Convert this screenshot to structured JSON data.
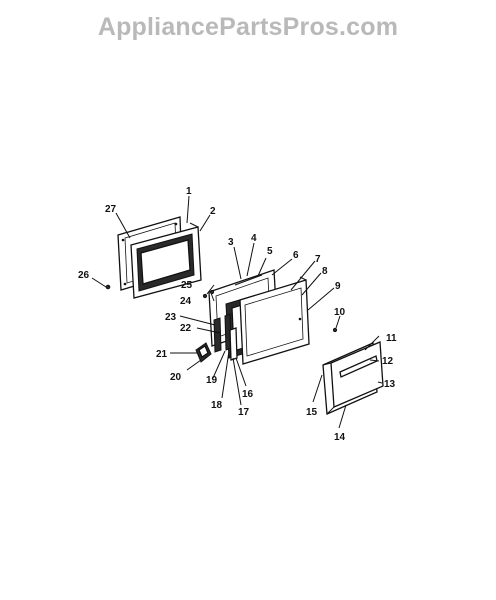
{
  "watermark": "AppliancePartsPros.com",
  "labels": [
    "1",
    "2",
    "3",
    "4",
    "5",
    "6",
    "7",
    "8",
    "9",
    "10",
    "11",
    "12",
    "13",
    "14",
    "15",
    "16",
    "17",
    "18",
    "19",
    "20",
    "21",
    "22",
    "23",
    "24",
    "25",
    "26",
    "27"
  ]
}
